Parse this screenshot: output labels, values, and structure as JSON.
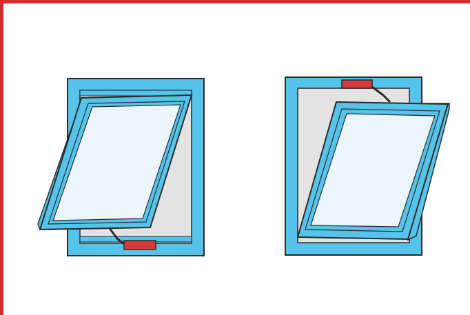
{
  "figure": {
    "border_color": "#d62c2c",
    "frame_color": "#56c3ea",
    "glass_color": "#eaf6fc",
    "opening_color": "#e3e3e3",
    "outline_color": "#2a2a2a",
    "hardware_color": "#d63a3a",
    "panels": [
      {
        "name": "window-bottom-hinged-open",
        "hardware_icon": "chain-restrictor-icon",
        "hardware_position": "bottom"
      },
      {
        "name": "window-top-hinged-open",
        "hardware_icon": "chain-restrictor-icon",
        "hardware_position": "top"
      }
    ]
  }
}
